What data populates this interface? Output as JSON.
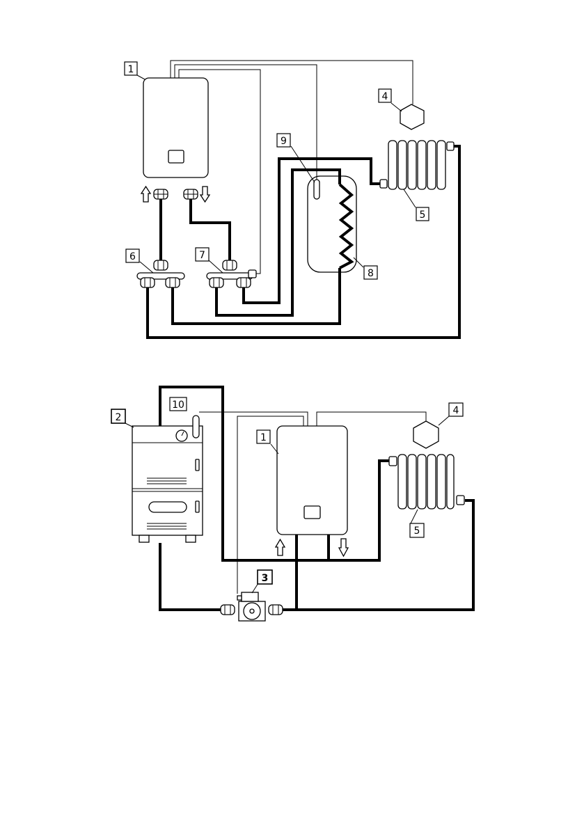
{
  "colors": {
    "line": "#000000",
    "background": "#ffffff"
  },
  "diagram_top": {
    "labels": [
      "1",
      "4",
      "9",
      "5",
      "6",
      "7",
      "8"
    ]
  },
  "diagram_bottom": {
    "labels": [
      "2",
      "10",
      "1",
      "4",
      "5",
      "3"
    ]
  }
}
